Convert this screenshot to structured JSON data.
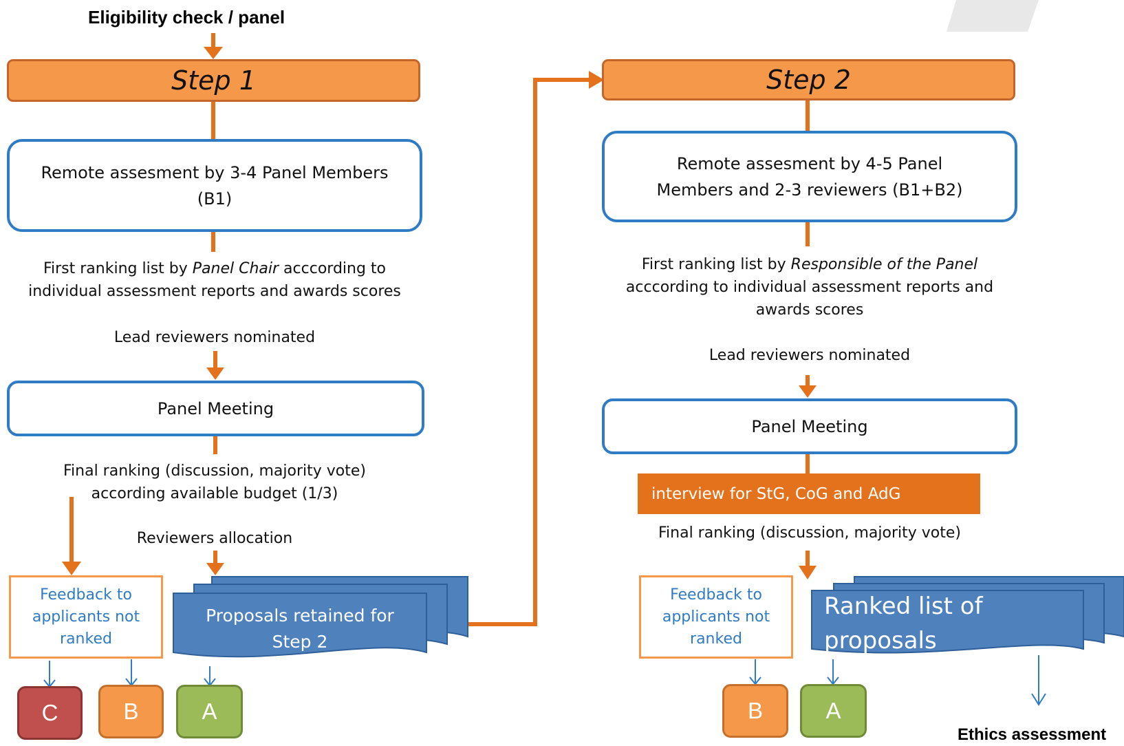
{
  "title_top": "Eligibility check / panel",
  "step1": {
    "label": "Step 1",
    "remote_line1": "Remote assesment by 3-4 Panel Members",
    "remote_line2": "(B1)",
    "ranking_prefix": "First ranking list by ",
    "ranking_italic": "Panel Chair",
    "ranking_suffix": " acccording to",
    "ranking_line2": "individual assessment reports and awards scores",
    "lead": "Lead reviewers nominated",
    "meeting": "Panel Meeting",
    "final_line1": "Final ranking (discussion, majority vote)",
    "final_line2": "according available budget (1/3)",
    "allocation": "Reviewers allocation",
    "feedback": [
      "Feedback to",
      "applicants not",
      "ranked"
    ],
    "retained": [
      "Proposals retained for",
      "Step 2"
    ],
    "grades": [
      "C",
      "B",
      "A"
    ]
  },
  "step2": {
    "label": "Step 2",
    "remote_line1": "Remote assesment by 4-5 Panel",
    "remote_line2": "Members and 2-3 reviewers (B1+B2)",
    "ranking_prefix": "First ranking list by ",
    "ranking_italic": "Responsible of the Panel",
    "ranking_line2": "acccording to individual assessment reports and",
    "ranking_line3": "awards scores",
    "lead": "Lead reviewers nominated",
    "meeting": "Panel Meeting",
    "interview": "interview for StG, CoG and AdG",
    "final": "Final ranking (discussion, majority vote)",
    "feedback": [
      "Feedback to",
      "applicants not",
      "ranked"
    ],
    "ranked": [
      "Ranked list of",
      "proposals"
    ],
    "grades": [
      "B",
      "A"
    ],
    "ethics": "Ethics assessment"
  },
  "colors": {
    "orange": "#e4721c",
    "step_fill": "#f5984a",
    "blue_border": "#2f7bc4",
    "doc_blue": "#4f81bd",
    "grade_c": "#c0504d",
    "grade_b": "#f5984a",
    "grade_a": "#9bbb59"
  }
}
